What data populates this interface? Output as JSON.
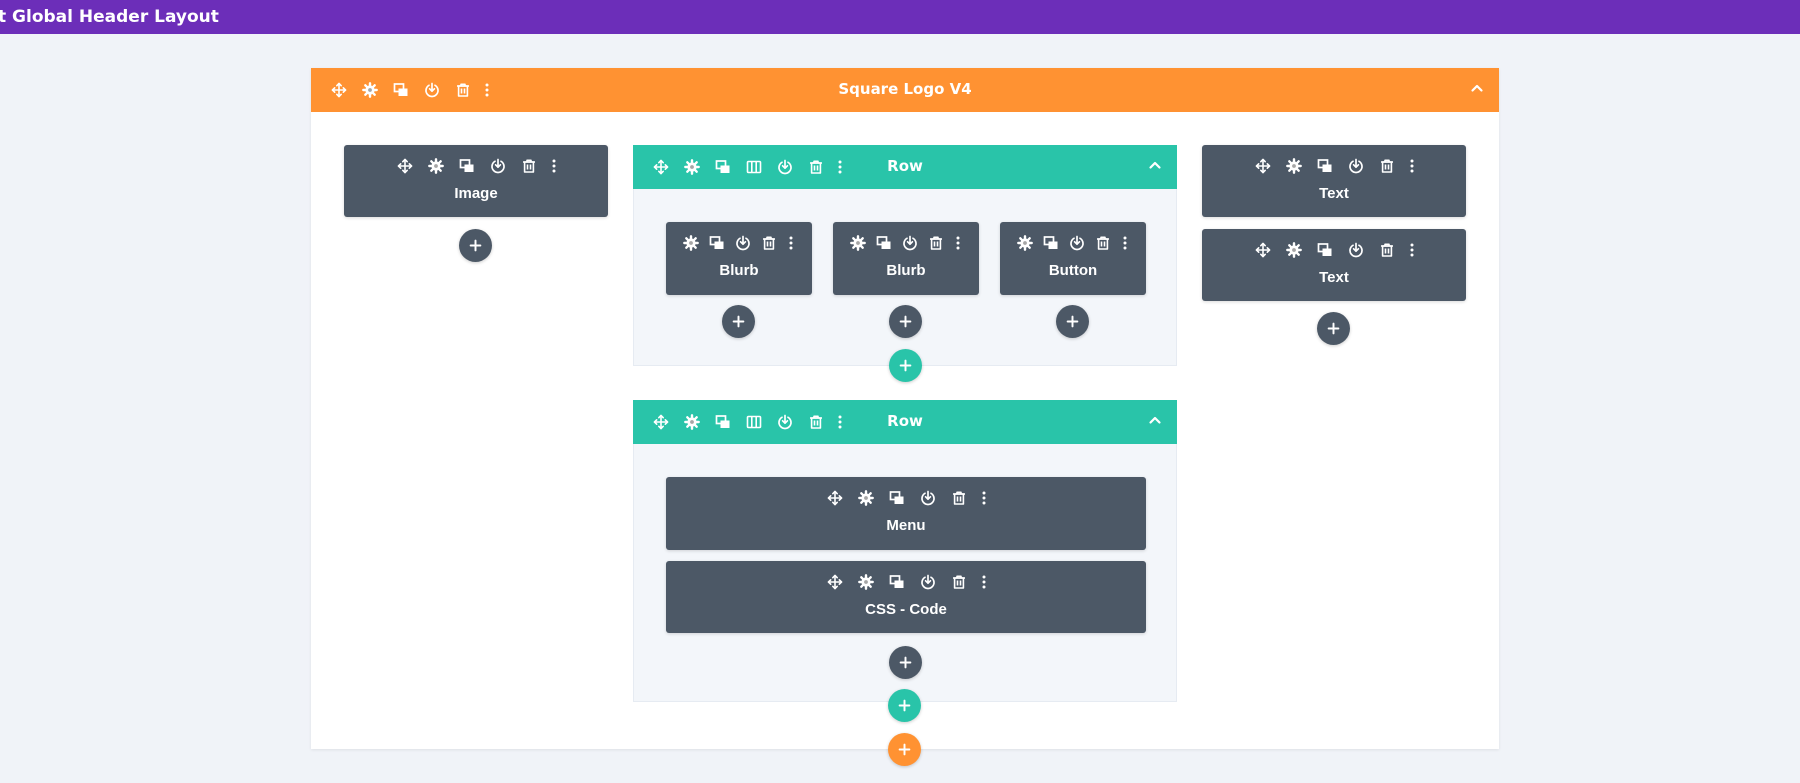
{
  "page": {
    "title": "t Global Header Layout"
  },
  "colors": {
    "topbar": "#6c2eb9",
    "section": "#ff9232",
    "row": "#29c4a9",
    "module": "#4c5866",
    "background": "#f0f3f8"
  },
  "section": {
    "title": "Square Logo V4",
    "tools": [
      "move-icon",
      "gear-icon",
      "duplicate-icon",
      "save-icon",
      "trash-icon",
      "more-icon"
    ],
    "collapse_icon": "chevron-up-icon"
  },
  "row_tools": [
    "move-icon",
    "gear-icon",
    "duplicate-icon",
    "columns-icon",
    "save-icon",
    "trash-icon",
    "more-icon"
  ],
  "rows": [
    {
      "title": "Row"
    },
    {
      "title": "Row"
    }
  ],
  "modules": {
    "image": "Image",
    "blurb_1": "Blurb",
    "blurb_2": "Blurb",
    "button": "Button",
    "menu": "Menu",
    "css_code": "CSS - Code",
    "text_1": "Text",
    "text_2": "Text"
  },
  "add_icon": "plus-icon"
}
